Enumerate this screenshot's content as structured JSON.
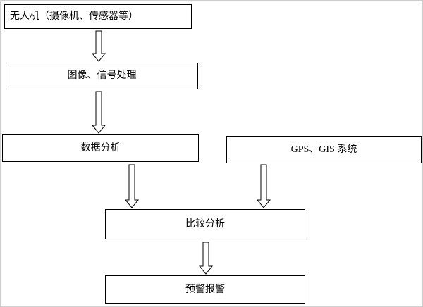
{
  "diagram": {
    "type": "flowchart",
    "colors": {
      "node_border": "#000000",
      "node_background": "#ffffff",
      "arrow_fill": "#ffffff",
      "arrow_stroke": "#000000"
    },
    "nodes": {
      "uav": {
        "label": "无人机（摄像机、传感器等）"
      },
      "signal_processing": {
        "label": "图像、信号处理"
      },
      "data_analysis": {
        "label": "数据分析"
      },
      "gps_gis": {
        "label": "GPS、GIS 系统"
      },
      "compare_analysis": {
        "label": "比较分析"
      },
      "warning_alarm": {
        "label": "预警报警"
      }
    },
    "edges": [
      {
        "from": "uav",
        "to": "signal_processing"
      },
      {
        "from": "signal_processing",
        "to": "data_analysis"
      },
      {
        "from": "data_analysis",
        "to": "compare_analysis"
      },
      {
        "from": "gps_gis",
        "to": "compare_analysis"
      },
      {
        "from": "compare_analysis",
        "to": "warning_alarm"
      }
    ]
  }
}
